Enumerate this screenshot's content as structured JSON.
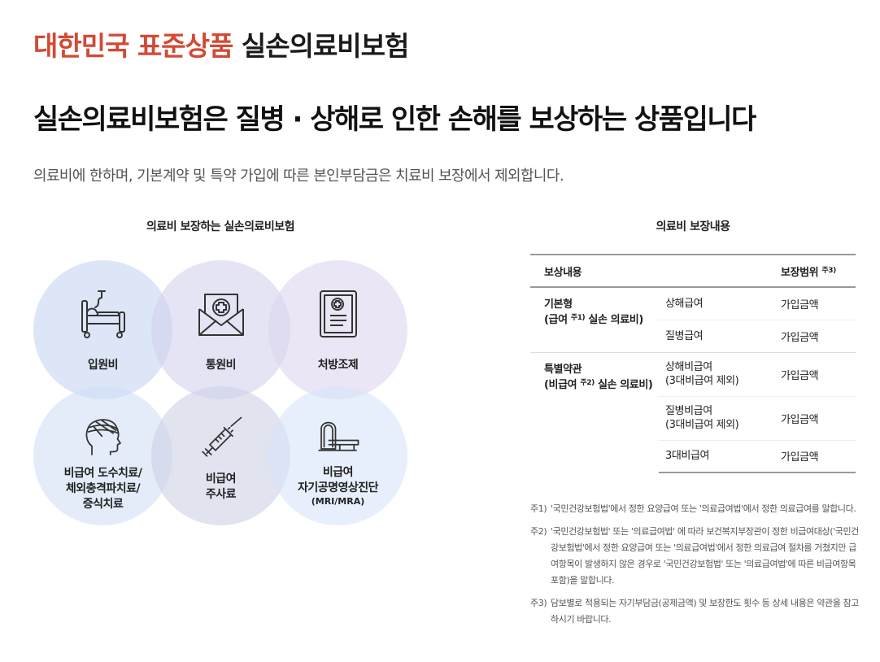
{
  "title": {
    "accent": "대한민국 표준상품",
    "rest": " 실손의료비보험"
  },
  "headline": "실손의료비보험은 질병 · 상해로 인한 손해를 보상하는 상품입니다",
  "subtext": "의료비에 한하며, 기본계약 및 특약 가입에 따른 본인부담금은 치료비 보장에서 제외합니다.",
  "left_caption": "의료비 보장하는 실손의료비보험",
  "right_caption": "의료비 보장내용",
  "items": [
    {
      "label": "입원비",
      "icon": "hospital-bed-icon"
    },
    {
      "label": "통원비",
      "icon": "medical-envelope-icon"
    },
    {
      "label": "처방조제",
      "icon": "prescription-icon"
    },
    {
      "label": "비급여 도수치료/\n체외충격파치료/\n증식치료",
      "icon": "head-bandage-icon"
    },
    {
      "label": "비급여\n주사료",
      "icon": "syringe-icon"
    },
    {
      "label": "비급여\n자기공명영상진단",
      "sublabel": "(MRI/MRA)",
      "icon": "mri-scanner-icon"
    }
  ],
  "table": {
    "header_content": "보상내용",
    "header_range": "보장범위",
    "header_range_note": "주3)",
    "groups": [
      {
        "name_line1": "기본형",
        "name_line2_pre": "(급여",
        "name_line2_note": "주1)",
        "name_line2_post": " 실손 의료비)",
        "rows": [
          {
            "item": "상해급여",
            "range": "가입금액"
          },
          {
            "item": "질병급여",
            "range": "가입금액"
          }
        ]
      },
      {
        "name_line1": "특별약관",
        "name_line2_pre": "(비급여",
        "name_line2_note": "주2)",
        "name_line2_post": " 실손 의료비)",
        "rows": [
          {
            "item_line1": "상해비급여",
            "item_line2": "(3대비급여 제외)",
            "range": "가입금액"
          },
          {
            "item_line1": "질병비급여",
            "item_line2": "(3대비급여 제외)",
            "range": "가입금액"
          },
          {
            "item": "3대비급여",
            "range": "가입금액"
          }
        ]
      }
    ]
  },
  "notes": [
    {
      "mark": "주1)",
      "text": "'국민건강보험법'에서 정한 요양급여 또는 '의료급여법'에서 정한 의료급여를 말합니다."
    },
    {
      "mark": "주2)",
      "text": "'국민건강보험법' 또는 '의료급여법' 에 따라 보건복지부장관이 정한 비급여대상('국민건강보험법'에서 정한 요양급여 또는 '의료급여법'에서 정한 의료급여 절차를 거쳤지만 급여항목이 발생하지 않은 경우로 '국민건강보험법' 또는 '의료급여법'에 따른 비급여항목 포함)을 말합니다."
    },
    {
      "mark": "주3)",
      "text": "담보별로 적용되는 자기부담금(공제금액) 및 보장한도 횟수 등 상세 내용은 약관을 참고하시기 바랍니다."
    }
  ],
  "colors": {
    "accent": "#d24a35"
  }
}
